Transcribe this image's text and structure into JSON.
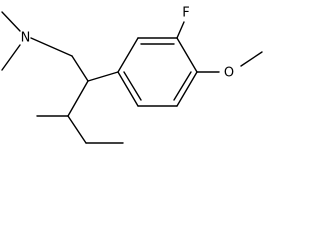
{
  "structure": {
    "atoms": {
      "nitrogen": "N",
      "fluorine": "F",
      "oxygen": "O"
    }
  },
  "colors": {
    "bond": "#000000",
    "label": "#000000",
    "background": "#ffffff"
  }
}
